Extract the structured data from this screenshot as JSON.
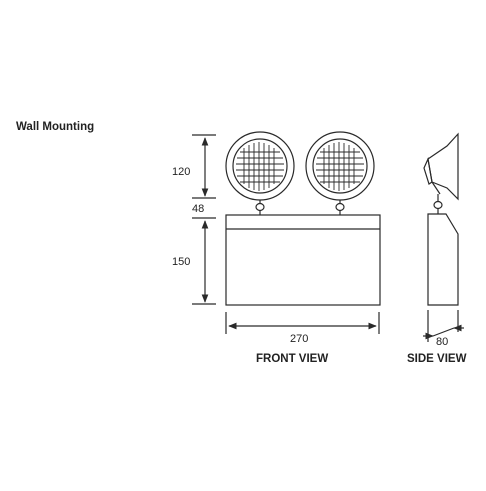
{
  "title": "Wall Mounting",
  "front": {
    "caption": "FRONT VIEW",
    "dims": {
      "head_height": "120",
      "stem_height": "48",
      "box_height": "150",
      "width": "270"
    }
  },
  "side": {
    "caption": "SIDE VIEW",
    "dims": {
      "depth": "80"
    }
  },
  "colors": {
    "line": "#2a2a2a",
    "text": "#222222",
    "background": "#ffffff"
  }
}
